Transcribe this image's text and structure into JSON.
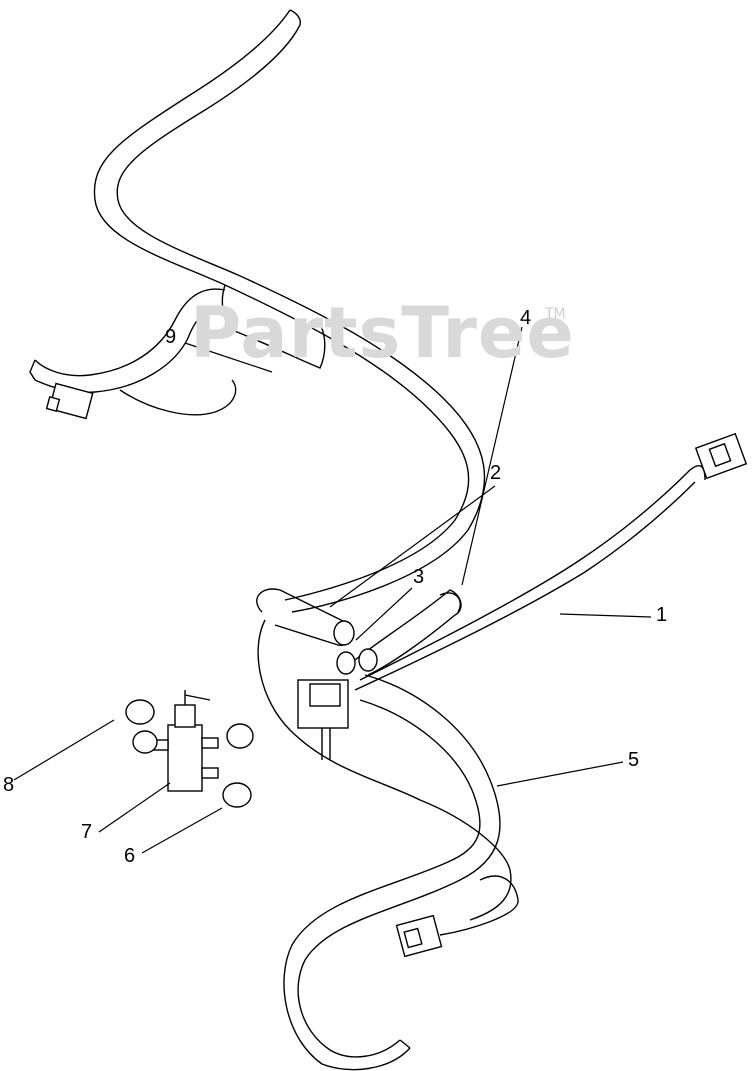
{
  "watermark": {
    "text": "PartsTree",
    "trademark": "TM"
  },
  "callouts": [
    {
      "id": "1",
      "label": "1"
    },
    {
      "id": "2",
      "label": "2"
    },
    {
      "id": "3",
      "label": "3"
    },
    {
      "id": "4",
      "label": "4"
    },
    {
      "id": "5",
      "label": "5"
    },
    {
      "id": "6",
      "label": "6"
    },
    {
      "id": "7",
      "label": "7"
    },
    {
      "id": "8",
      "label": "8"
    },
    {
      "id": "9",
      "label": "9"
    }
  ]
}
